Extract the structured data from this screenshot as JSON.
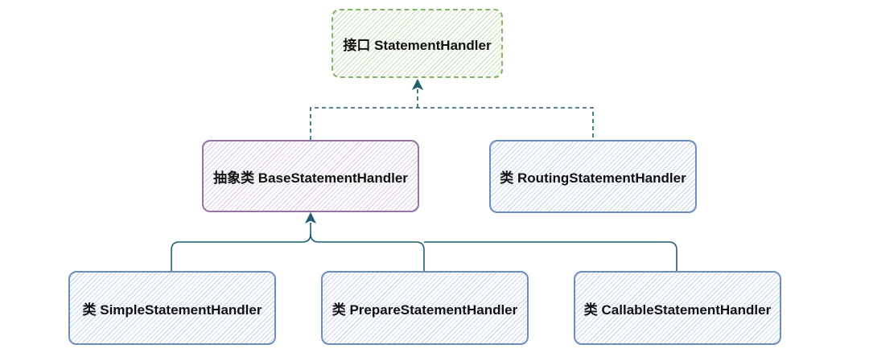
{
  "colors": {
    "interface_stroke": "#82b366",
    "abstract_stroke": "#9673a6",
    "class_stroke": "#6c8ebf",
    "connector": "#1f5f6e"
  },
  "nodes": {
    "interface": {
      "label": "接口 StatementHandler"
    },
    "base": {
      "label": "抽象类 BaseStatementHandler"
    },
    "routing": {
      "label": "类 RoutingStatementHandler"
    },
    "simple": {
      "label": "类 SimpleStatementHandler"
    },
    "prepare": {
      "label": "类 PrepareStatementHandler"
    },
    "callable": {
      "label": "类 CallableStatementHandler"
    }
  },
  "edges": [
    {
      "from": "base",
      "to": "interface",
      "style": "dashed"
    },
    {
      "from": "routing",
      "to": "interface",
      "style": "dashed"
    },
    {
      "from": "simple",
      "to": "base",
      "style": "solid"
    },
    {
      "from": "prepare",
      "to": "base",
      "style": "solid"
    },
    {
      "from": "callable",
      "to": "base",
      "style": "solid"
    }
  ]
}
